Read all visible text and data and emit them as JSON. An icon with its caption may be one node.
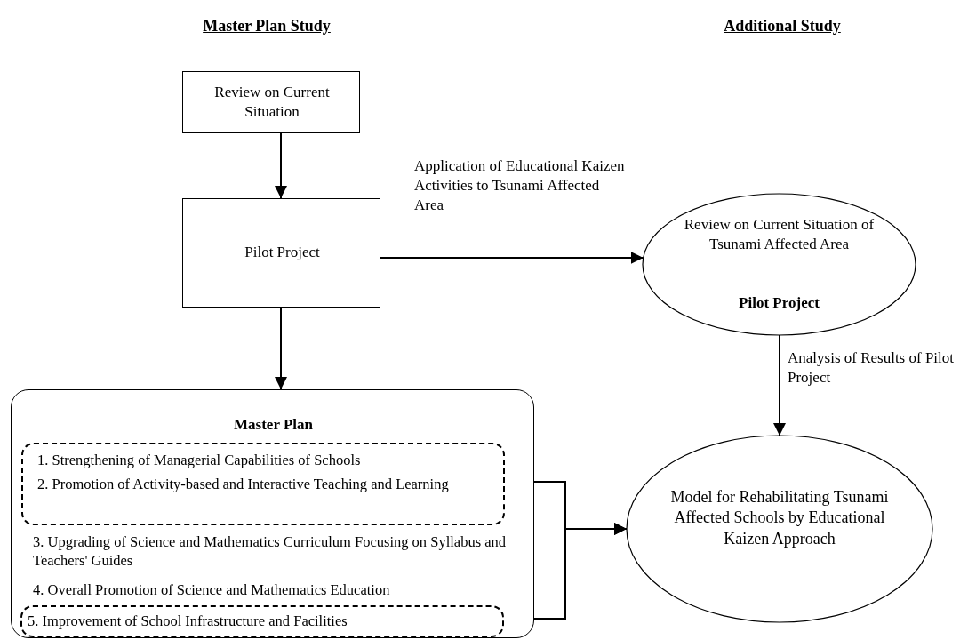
{
  "diagram": {
    "nodes": [
      {
        "text": [
          "Review on Current Situation"
        ]
      },
      {
        "text": [
          "Pilot Project"
        ]
      },
      {
        "text": [
          "Review on Current Situation of Tsunami Affected Area",
          "Pilot Project"
        ]
      },
      {
        "text": [
          "Master Plan",
          "3. Upgrading of Science and Mathematics Curriculum Focusing on Syllabus and Teachers' Guides",
          "4. Overall Promotion of Science and Mathematics Education"
        ]
      },
      {
        "text": [
          "1. Strengthening of Managerial Capabilities of Schools",
          "2. Promotion of Activity-based and Interactive Teaching and Learning"
        ],
        "in": 3
      },
      {
        "text": [
          "5. Improvement of School Infrastructure and Facilities"
        ],
        "in": 3
      },
      {
        "text": [
          "Model for Rehabilitating Tsunami Affected Schools by Educational Kaizen Approach"
        ]
      }
    ],
    "edges": [
      {
        "from": 0,
        "to": 1,
        "arrow": "to"
      },
      {
        "from": 1,
        "to": 3,
        "arrow": "to"
      },
      {
        "from": 1,
        "to": 2,
        "arrow": "to",
        "label": "Application of Educational Kaizen Activities to Tsunami Affected Area"
      },
      {
        "from": 2,
        "to": 6,
        "arrow": "to",
        "label": "Analysis of Results of Pilot Project"
      },
      {
        "from": 4,
        "to": 6,
        "arrow": "to"
      },
      {
        "from": 5,
        "to": 6,
        "arrow": "to"
      }
    ],
    "labels": [
      "Master Plan Study",
      "Additional Study"
    ]
  }
}
